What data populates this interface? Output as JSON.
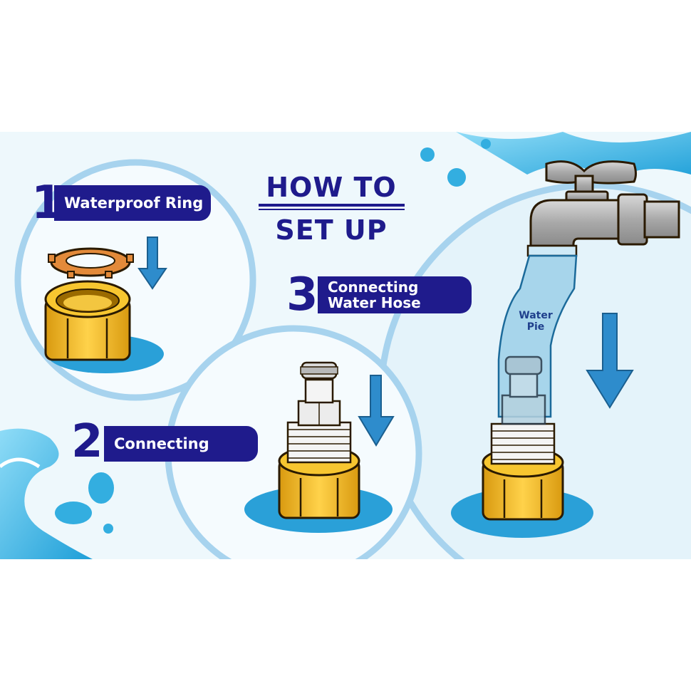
{
  "title": {
    "line1": "HOW TO",
    "line2": "SET UP"
  },
  "steps": [
    {
      "number": "1",
      "label": "Waterproof Ring"
    },
    {
      "number": "2",
      "label": "Connecting"
    },
    {
      "number": "3",
      "label_line1": "Connecting",
      "label_line2": "Water Hose"
    }
  ],
  "hose_label": {
    "line1": "Water",
    "line2": "Pie"
  },
  "colors": {
    "navy": "#1f1b8c",
    "arrow_blue": "#2e8ccc",
    "water_blue": "#2aa0d8",
    "brass_yellow": "#f2b81e",
    "circle_outline": "#a7d3ee",
    "background": "#eef8fc"
  }
}
